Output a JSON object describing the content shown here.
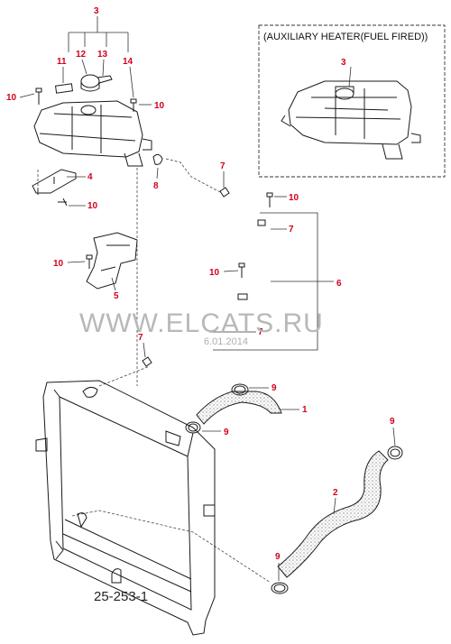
{
  "callouts": {
    "c1": "1",
    "c2": "2",
    "c3": "3",
    "c3b": "3",
    "c4": "4",
    "c5": "5",
    "c6": "6",
    "c7a": "7",
    "c7b": "7",
    "c7c": "7",
    "c7d": "7",
    "c8": "8",
    "c9a": "9",
    "c9b": "9",
    "c9c": "9",
    "c9d": "9",
    "c10a": "10",
    "c10b": "10",
    "c10c": "10",
    "c10d": "10",
    "c10e": "10",
    "c10f": "10",
    "c11": "11",
    "c12": "12",
    "c13": "13",
    "c14": "14"
  },
  "inset_caption": "(AUXILIARY HEATER(FUEL FIRED))",
  "reference_code": "25-253-1",
  "watermark": {
    "text": "WWW.ELCATS.RU",
    "date": "6.01.2014"
  },
  "colors": {
    "callout": "#d0021b",
    "line": "#1a1a1a",
    "watermark": "#b8b8b8"
  }
}
